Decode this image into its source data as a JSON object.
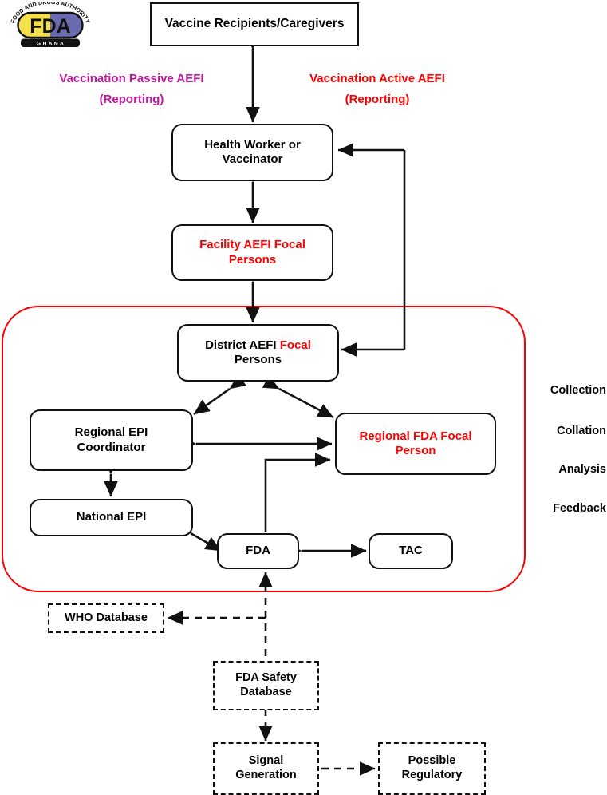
{
  "logo": {
    "arc_text": "FOOD AND DRUGS AUTHORITY",
    "monogram": "FDA",
    "country": "G H A N A",
    "colors": {
      "yellow": "#f4e04d",
      "purple": "#6b6bb0",
      "black": "#111111"
    }
  },
  "colors": {
    "passive_label": "#c2189f",
    "active_label": "#ff0000",
    "red_text": "#ff0000",
    "black_text": "#000000",
    "zone_border": "#ff0000"
  },
  "flow_labels": {
    "passive": {
      "line1": "Vaccination Passive AEFI",
      "line2": "(Reporting)"
    },
    "active": {
      "line1": "Vaccination Active AEFI",
      "line2": "(Reporting)"
    }
  },
  "nodes": {
    "recipients": {
      "text": "Vaccine Recipients/Caregivers",
      "shape": "rectangle",
      "border": "solid",
      "text_color": "black"
    },
    "health_worker": {
      "line1": "Health Worker or",
      "line2": "Vaccinator",
      "shape": "rounded",
      "border": "solid",
      "text_color": "black"
    },
    "facility_focal": {
      "line1": "Facility AEFI Focal",
      "line2": "Persons",
      "shape": "rounded",
      "border": "solid",
      "text_color": "red"
    },
    "district_focal": {
      "part1": "District AEFI ",
      "part2": "Focal",
      "line2": "Persons",
      "shape": "rounded",
      "border": "solid",
      "text_color": "mixed"
    },
    "regional_epi": {
      "line1": "Regional EPI",
      "line2": "Coordinator",
      "shape": "rounded",
      "border": "solid",
      "text_color": "black"
    },
    "regional_fda": {
      "line1": "Regional FDA Focal",
      "line2": "Person",
      "shape": "rounded",
      "border": "solid",
      "text_color": "red"
    },
    "national_epi": {
      "text": "National EPI",
      "shape": "rounded",
      "border": "solid",
      "text_color": "black"
    },
    "fda": {
      "text": "FDA",
      "shape": "rounded",
      "border": "solid",
      "text_color": "black"
    },
    "tac": {
      "text": "TAC",
      "shape": "rounded",
      "border": "solid",
      "text_color": "black"
    },
    "who_database": {
      "text": "WHO Database",
      "shape": "rectangle",
      "border": "dashed",
      "text_color": "black"
    },
    "fda_safety_database": {
      "line1": "FDA Safety",
      "line2": "Database",
      "shape": "rectangle",
      "border": "dashed",
      "text_color": "black"
    },
    "signal_generation": {
      "line1": "Signal",
      "line2": "Generation",
      "shape": "rectangle",
      "border": "dashed",
      "text_color": "black"
    },
    "possible_regulatory": {
      "line1": "Possible",
      "line2": "Regulatory",
      "shape": "rectangle",
      "border": "dashed",
      "text_color": "black"
    }
  },
  "side_labels": [
    {
      "text": "Collection"
    },
    {
      "text": "Collation"
    },
    {
      "text": "Analysis"
    },
    {
      "text": "Feedback"
    }
  ]
}
